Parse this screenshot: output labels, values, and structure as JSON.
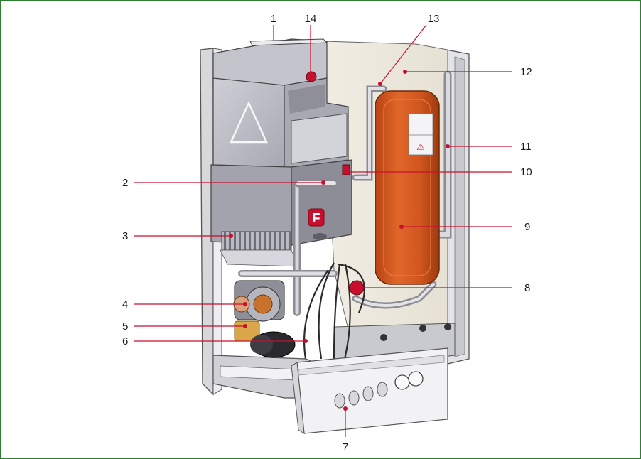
{
  "diagram": {
    "subject": "boiler cutaway",
    "brand_badge": "F",
    "warning_symbol": "⚠",
    "callouts": [
      {
        "id": "1",
        "label": "1"
      },
      {
        "id": "2",
        "label": "2"
      },
      {
        "id": "3",
        "label": "3"
      },
      {
        "id": "4",
        "label": "4"
      },
      {
        "id": "5",
        "label": "5"
      },
      {
        "id": "6",
        "label": "6"
      },
      {
        "id": "7",
        "label": "7"
      },
      {
        "id": "8",
        "label": "8"
      },
      {
        "id": "9",
        "label": "9"
      },
      {
        "id": "10",
        "label": "10"
      },
      {
        "id": "11",
        "label": "11"
      },
      {
        "id": "12",
        "label": "12"
      },
      {
        "id": "13",
        "label": "13"
      },
      {
        "id": "14",
        "label": "14"
      }
    ]
  },
  "colors": {
    "frame_border": "#2e7d32",
    "leader_line": "#c8102e",
    "casing": "#d9d9de",
    "casing_dark": "#9a9aa3",
    "expansion_vessel": "#d9541e",
    "control_box": "#eeeeee"
  }
}
